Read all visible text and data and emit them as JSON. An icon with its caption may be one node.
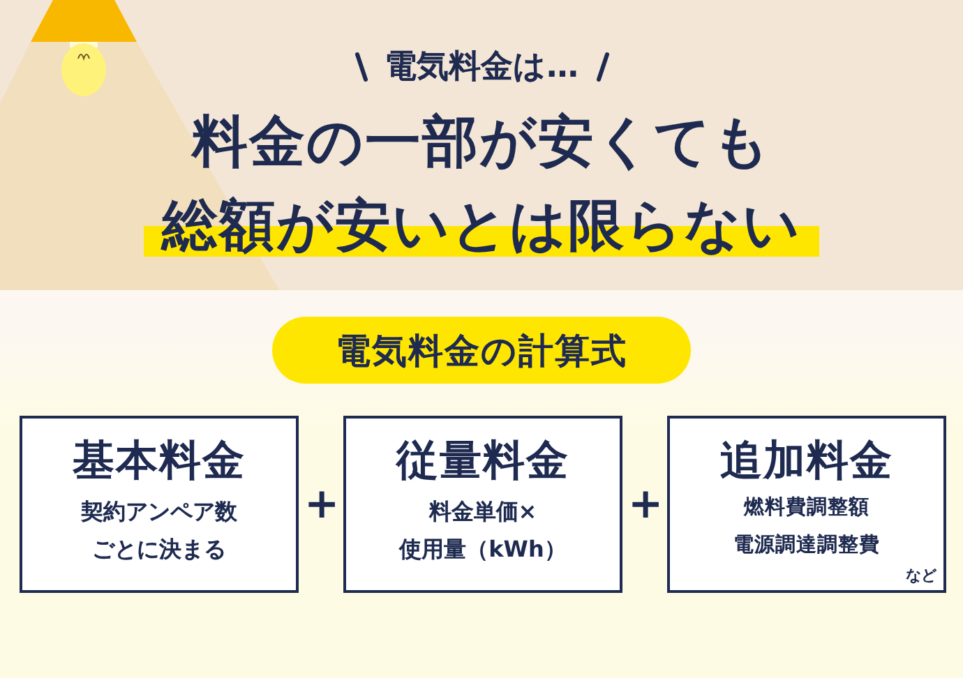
{
  "diagram": {
    "title": "料金の一部が安くても総額が安いとは限らない",
    "nodes": [
      {
        "text": [
          "電気料金の計算式"
        ]
      },
      {
        "text": [
          "基本料金",
          "契約アンペア数ごとに決まる"
        ]
      },
      {
        "text": [
          "従量料金",
          "料金単価×使用量（kWh）"
        ]
      },
      {
        "text": [
          "追加料金",
          "燃料費調整額",
          "電源調達調整費",
          "など"
        ]
      }
    ],
    "labels": [
      "電気料金は…",
      "+",
      "+"
    ]
  }
}
